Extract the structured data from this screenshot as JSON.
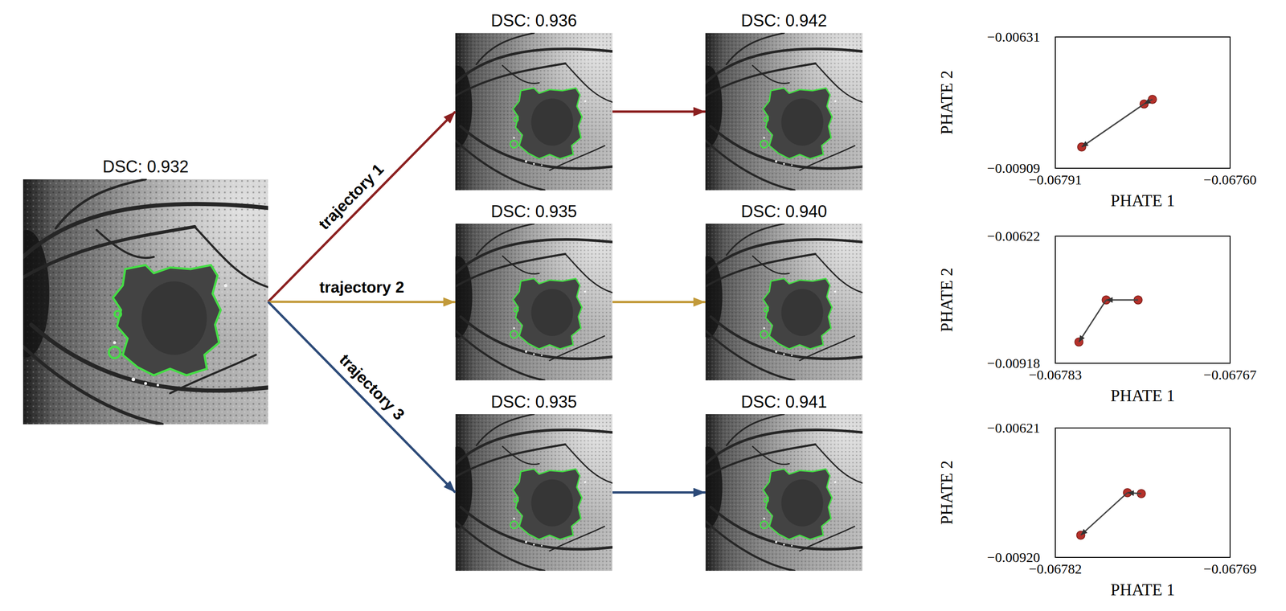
{
  "diagram": {
    "nodes": [
      {
        "text": [
          "DSC: 0.932"
        ]
      },
      {
        "text": [
          "DSC: 0.936"
        ]
      },
      {
        "text": [
          "DSC: 0.942"
        ]
      },
      {
        "text": [
          "DSC: 0.935"
        ]
      },
      {
        "text": [
          "DSC: 0.940"
        ]
      },
      {
        "text": [
          "DSC: 0.935"
        ]
      },
      {
        "text": [
          "DSC: 0.941"
        ]
      }
    ],
    "edges": [
      {
        "from": 0,
        "to": 1,
        "label": "trajectory 1",
        "arrow": "to"
      },
      {
        "from": 1,
        "to": 2,
        "arrow": "to"
      },
      {
        "from": 0,
        "to": 3,
        "label": "trajectory 2",
        "arrow": "to"
      },
      {
        "from": 3,
        "to": 4,
        "arrow": "to"
      },
      {
        "from": 0,
        "to": 5,
        "label": "trajectory 3",
        "arrow": "to"
      },
      {
        "from": 5,
        "to": 6,
        "arrow": "to"
      }
    ],
    "labels": [
      "PHATE 2",
      "−0.00631",
      "−0.00909",
      "−0.06791",
      "−0.06760",
      "PHATE 1",
      "PHATE 2",
      "−0.00622",
      "−0.00918",
      "−0.06783",
      "−0.06767",
      "PHATE 1",
      "PHATE 2",
      "−0.00621",
      "−0.00920",
      "−0.06782",
      "−0.06769",
      "PHATE 1"
    ]
  }
}
